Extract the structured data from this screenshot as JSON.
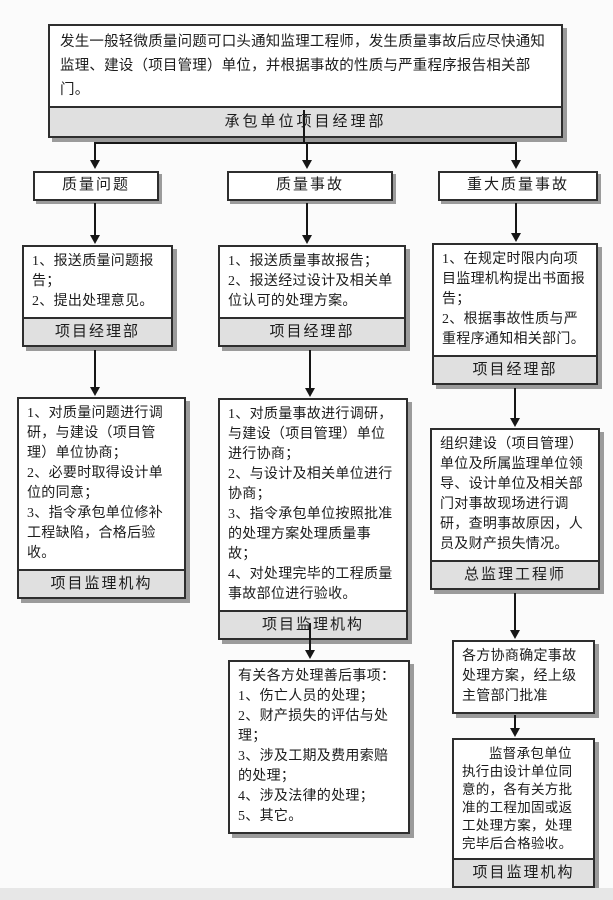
{
  "colors": {
    "bg": "#fbfbfb",
    "border": "#2e2e2e",
    "labelbg": "#e0e0e0",
    "shadow": "#9b9b9b",
    "line": "#161616",
    "strip": "#e7e7e7"
  },
  "root": {
    "text": "发生一般轻微质量问题可口头通知监理工程师，发生质量事故后应尽快通知监理、建设（项目管理）单位，并根据事故的性质与严重程序报告相关部门。",
    "label": "承包单位项目经理部"
  },
  "branches": [
    {
      "header": "质量问题",
      "steps": [
        {
          "text": "1、报送质量问题报告；\n2、提出处理意见。",
          "label": "项目经理部"
        },
        {
          "text": "1、对质量问题进行调研，与建设（项目管理）单位协商；\n2、必要时取得设计单位的同意；\n3、指令承包单位修补工程缺陷，合格后验收。",
          "label": "项目监理机构"
        }
      ]
    },
    {
      "header": "质量事故",
      "steps": [
        {
          "text": "1、报送质量事故报告；\n2、报送经过设计及相关单位认可的处理方案。",
          "label": "项目经理部"
        },
        {
          "text": "1、对质量事故进行调研，与建设（项目管理）单位进行协商；\n2、与设计及相关单位进行协商；\n3、指令承包单位按照批准的处理方案处理质量事故；\n4、对处理完毕的工程质量事故部位进行验收。",
          "label": "项目监理机构"
        },
        {
          "text": "有关各方处理善后事项：\n1、伤亡人员的处理；\n2、财产损失的评估与处理；\n3、涉及工期及费用索赔的处理；\n4、涉及法律的处理；\n5、其它。"
        }
      ]
    },
    {
      "header": "重大质量事故",
      "steps": [
        {
          "text": "1、在规定时限内向项目监理机构提出书面报告；\n2、根据事故性质与严重程序通知相关部门。",
          "label": "项目经理部"
        },
        {
          "text": "组织建设（项目管理）单位及所属监理单位领导、设计单位及相关部门对事故现场进行调研，查明事故原因，人员及财产损失情况。",
          "label": "总监理工程师"
        },
        {
          "text": "各方协商确定事故处理方案，经上级主管部门批准"
        },
        {
          "text": "监督承包单位执行由设计单位同意的，各有关方批准的工程加固或返工处理方案，处理完毕后合格验收。",
          "label": "项目监理机构"
        }
      ]
    }
  ]
}
